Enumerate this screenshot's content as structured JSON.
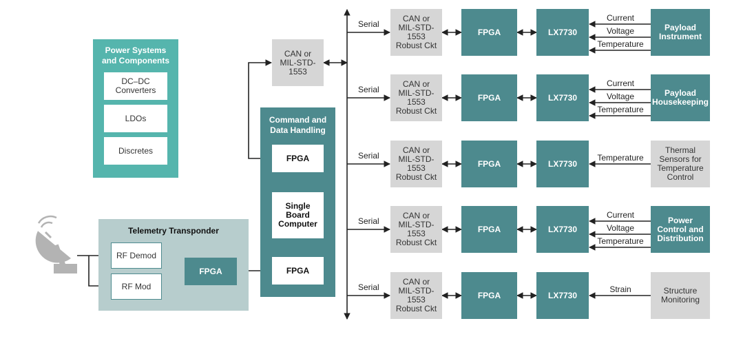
{
  "power": {
    "title": "Power Systems\nand Components",
    "items": [
      "DC–DC\nConverters",
      "LDOs",
      "Discretes"
    ]
  },
  "bus_node": "CAN or\nMIL-STD-\n1553",
  "cdh": {
    "title": "Command and\nData Handling",
    "top_fpga": "FPGA",
    "sbc": "Single\nBoard\nComputer",
    "bottom_fpga": "FPGA"
  },
  "telemetry": {
    "title": "Telemetry Transponder",
    "rf_demod": "RF Demod",
    "rf_mod": "RF Mod",
    "fpga": "FPGA"
  },
  "channels": [
    {
      "serial": "Serial",
      "bus": "CAN or\nMIL-STD-\n1553\nRobust Ckt",
      "fpga": "FPGA",
      "lx": "LX7730",
      "signals": [
        "Current",
        "Voltage",
        "Temperature"
      ],
      "target": "Payload\nInstrument",
      "target_style": "teal"
    },
    {
      "serial": "Serial",
      "bus": "CAN or\nMIL-STD-\n1553\nRobust Ckt",
      "fpga": "FPGA",
      "lx": "LX7730",
      "signals": [
        "Current",
        "Voltage",
        "Temperature"
      ],
      "target": "Payload\nHousekeeping",
      "target_style": "teal"
    },
    {
      "serial": "Serial",
      "bus": "CAN or\nMIL-STD-\n1553\nRobust Ckt",
      "fpga": "FPGA",
      "lx": "LX7730",
      "signals": [
        "Temperature"
      ],
      "target": "Thermal\nSensors for\nTemperature\nControl",
      "target_style": "gray"
    },
    {
      "serial": "Serial",
      "bus": "CAN or\nMIL-STD-\n1553\nRobust Ckt",
      "fpga": "FPGA",
      "lx": "LX7730",
      "signals": [
        "Current",
        "Voltage",
        "Temperature"
      ],
      "target": "Power\nControl and\nDistribution",
      "target_style": "teal"
    },
    {
      "serial": "Serial",
      "bus": "CAN or\nMIL-STD-\n1553\nRobust Ckt",
      "fpga": "FPGA",
      "lx": "LX7730",
      "signals": [
        "Strain"
      ],
      "target": "Structure\nMonitoring",
      "target_style": "gray"
    }
  ],
  "icons": {
    "antenna": "satellite-dish-icon"
  },
  "colors": {
    "teal": "#4d8a8e",
    "light_teal": "#55b5ad",
    "gray": "#d6d6d6",
    "panel": "#b7cdcd",
    "line": "#222222"
  }
}
